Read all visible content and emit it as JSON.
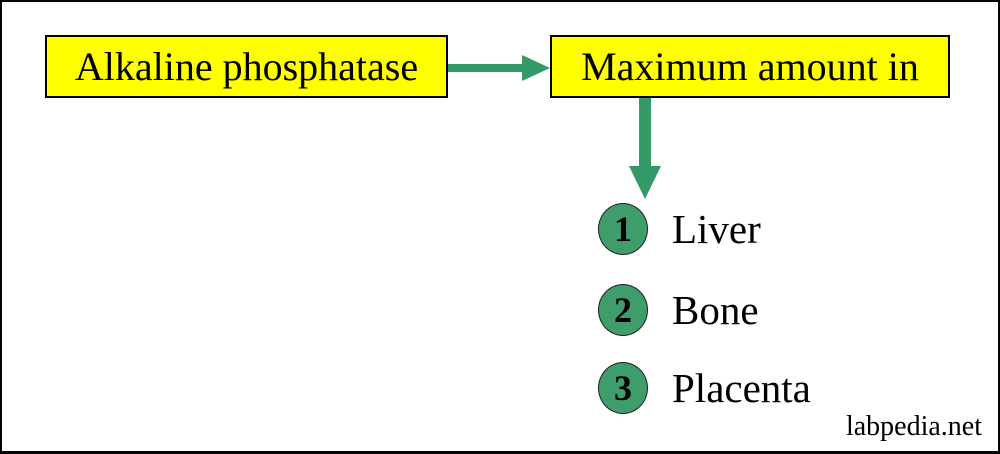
{
  "flowchart": {
    "source_box": {
      "label": "Alkaline phosphatase"
    },
    "target_box": {
      "label": "Maximum amount in"
    },
    "items": [
      {
        "number": "1",
        "label": "Liver"
      },
      {
        "number": "2",
        "label": "Bone"
      },
      {
        "number": "3",
        "label": "Placenta"
      }
    ],
    "icons": {
      "right_arrow": "right-arrow-icon",
      "down_arrow": "down-arrow-icon"
    }
  },
  "footer": {
    "watermark": "labpedia.net"
  },
  "colors": {
    "box_fill": "#ffff00",
    "box_border": "#000000",
    "arrow_green": "#339966",
    "circle_fill": "#3f9d6b",
    "circle_border": "#1f1f1f",
    "text": "#000000",
    "background": "#ffffff",
    "frame_border": "#000000"
  }
}
